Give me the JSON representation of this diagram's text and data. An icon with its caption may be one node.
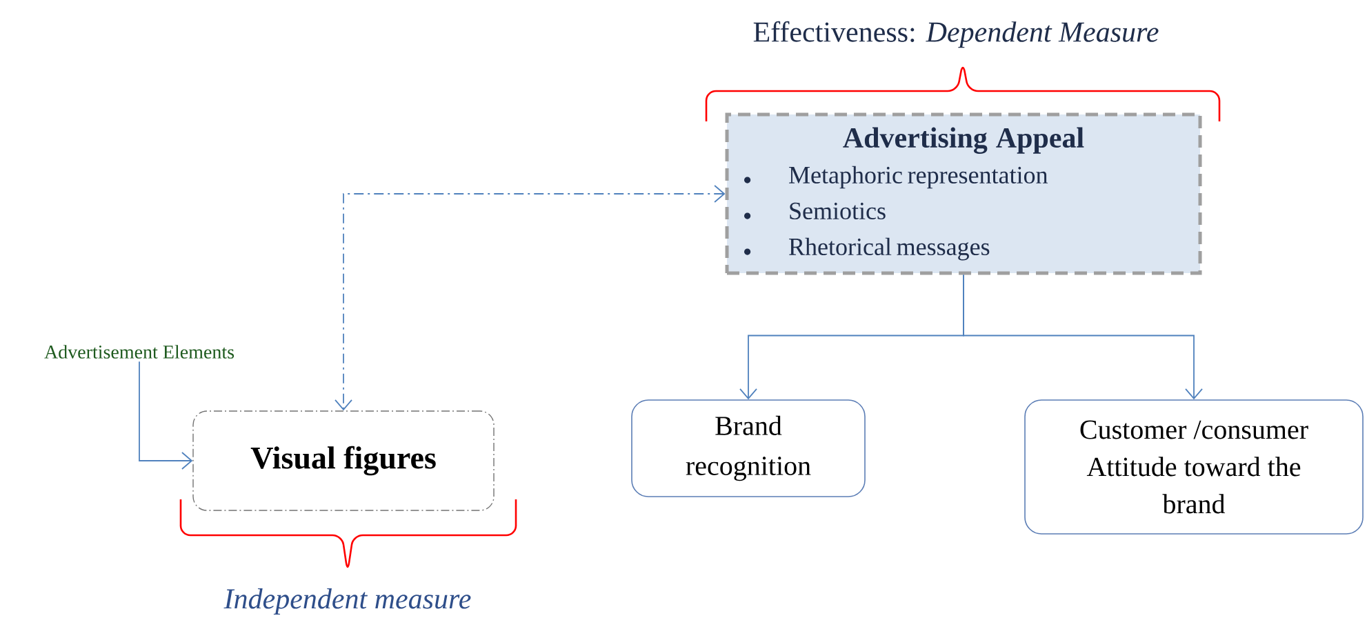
{
  "diagram": {
    "nodes": [
      {
        "text": [
          "Advertising Appeal",
          "Metaphoric representation",
          "Semiotics",
          "Rhetorical messages"
        ]
      },
      {
        "text": [
          "Advertisement Elements"
        ]
      },
      {
        "text": [
          "Visual figures"
        ]
      },
      {
        "text": [
          "Brand recognition"
        ]
      },
      {
        "text": [
          "Customer /consumer Attitude toward the brand"
        ]
      }
    ],
    "edges": [
      {
        "from": 0,
        "to": 2,
        "arrow": "both",
        "style": "dashed"
      },
      {
        "from": 1,
        "to": 2,
        "arrow": "to"
      },
      {
        "from": 0,
        "to": 3,
        "arrow": "to"
      },
      {
        "from": 0,
        "to": 4,
        "arrow": "to"
      }
    ],
    "labels": [
      "Effectiveness: *Dependent Measure*",
      "Independent measure"
    ]
  }
}
